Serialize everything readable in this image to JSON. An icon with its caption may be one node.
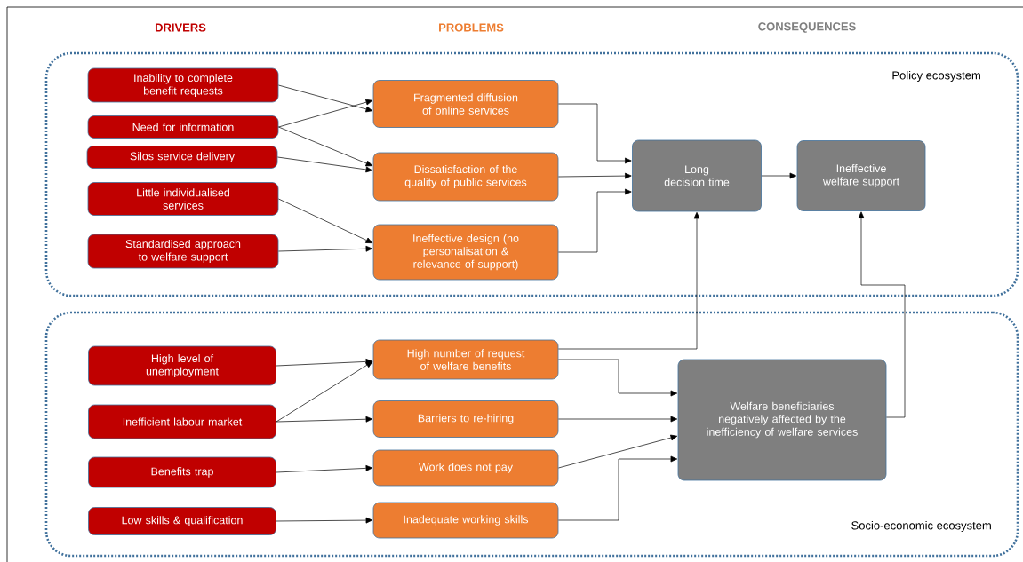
{
  "diagram": {
    "nodes": [
      {
        "text": [
          "Policy ecosystem"
        ]
      },
      {
        "text": [
          "Socio-economic ecosystem"
        ]
      },
      {
        "text": [
          "Inability to complete benefit requests"
        ],
        "in": 0
      },
      {
        "text": [
          "Need for information"
        ],
        "in": 0
      },
      {
        "text": [
          "Silos service delivery"
        ],
        "in": 0
      },
      {
        "text": [
          "Little individualised services"
        ],
        "in": 0
      },
      {
        "text": [
          "Standardised approach to welfare support"
        ],
        "in": 0
      },
      {
        "text": [
          "Fragmented diffusion of online services"
        ],
        "in": 0
      },
      {
        "text": [
          "Dissatisfaction of the quality of public services"
        ],
        "in": 0
      },
      {
        "text": [
          "Ineffective design (no personalisation & relevance of support)"
        ],
        "in": 0
      },
      {
        "text": [
          "Long decision time"
        ],
        "in": 0
      },
      {
        "text": [
          "Ineffective welfare support"
        ],
        "in": 0
      },
      {
        "text": [
          "High level of unemployment"
        ],
        "in": 1
      },
      {
        "text": [
          "Inefficient labour market"
        ],
        "in": 1
      },
      {
        "text": [
          "Benefits trap"
        ],
        "in": 1
      },
      {
        "text": [
          "Low skills & qualification"
        ],
        "in": 1
      },
      {
        "text": [
          "High number of request of welfare benefits"
        ],
        "in": 1
      },
      {
        "text": [
          "Barriers to re-hiring"
        ],
        "in": 1
      },
      {
        "text": [
          "Work does not pay"
        ],
        "in": 1
      },
      {
        "text": [
          "Inadequate working skills"
        ],
        "in": 1
      },
      {
        "text": [
          "Welfare beneficiaries negatively affected by the inefficiency of welfare services"
        ],
        "in": 1
      }
    ],
    "edges": [
      {
        "from": 2,
        "to": 7,
        "arrow": "to"
      },
      {
        "from": 3,
        "to": 7,
        "arrow": "to"
      },
      {
        "from": 3,
        "to": 8,
        "arrow": "to"
      },
      {
        "from": 4,
        "to": 8,
        "arrow": "to"
      },
      {
        "from": 5,
        "to": 9,
        "arrow": "to"
      },
      {
        "from": 6,
        "to": 9,
        "arrow": "to"
      },
      {
        "from": 7,
        "to": 10,
        "arrow": "to"
      },
      {
        "from": 8,
        "to": 10,
        "arrow": "to"
      },
      {
        "from": 9,
        "to": 10,
        "arrow": "to"
      },
      {
        "from": 10,
        "to": 11,
        "arrow": "to"
      },
      {
        "from": 12,
        "to": 16,
        "arrow": "to"
      },
      {
        "from": 13,
        "to": 16,
        "arrow": "to"
      },
      {
        "from": 13,
        "to": 17,
        "arrow": "to"
      },
      {
        "from": 14,
        "to": 18,
        "arrow": "to"
      },
      {
        "from": 15,
        "to": 19,
        "arrow": "to"
      },
      {
        "from": 16,
        "to": 10,
        "arrow": "to"
      },
      {
        "from": 16,
        "to": 20,
        "arrow": "to"
      },
      {
        "from": 17,
        "to": 20,
        "arrow": "to"
      },
      {
        "from": 18,
        "to": 20,
        "arrow": "to"
      },
      {
        "from": 19,
        "to": 20,
        "arrow": "to"
      },
      {
        "from": 20,
        "to": 11,
        "arrow": "to"
      }
    ],
    "labels": [
      "DRIVERS",
      "PROBLEMS",
      "CONSEQUENCES"
    ]
  }
}
